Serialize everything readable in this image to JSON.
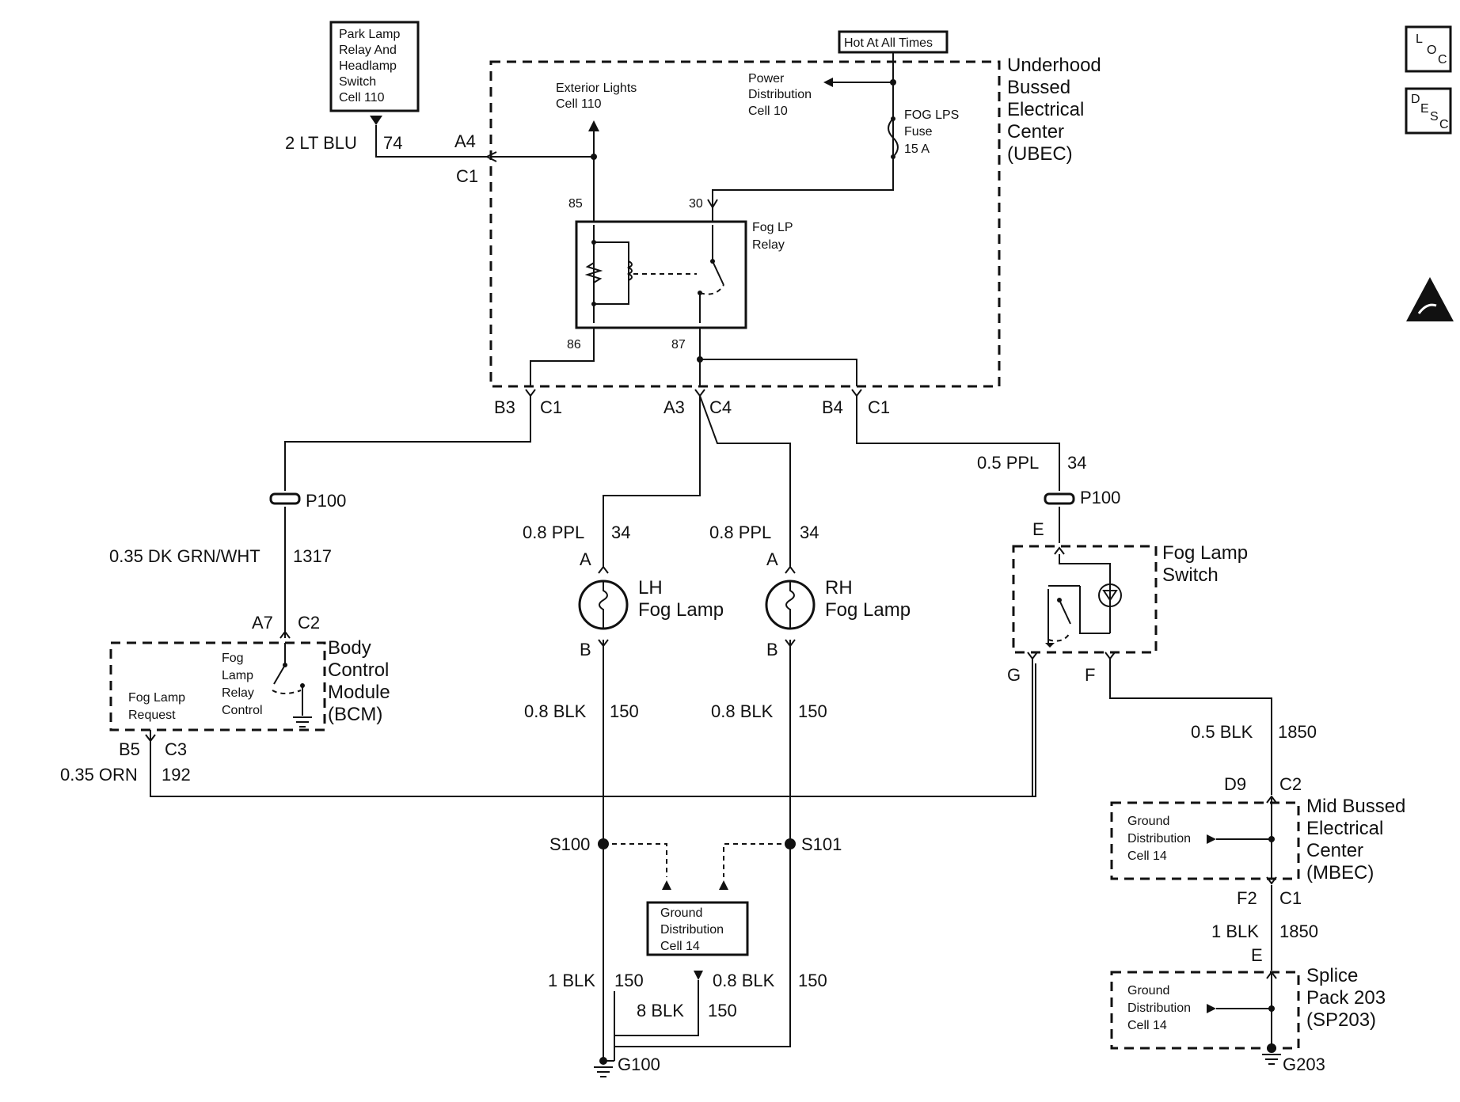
{
  "labels": {
    "park_lamp_box": [
      "Park Lamp",
      "Relay And",
      "Headlamp",
      "Switch",
      "Cell 110"
    ],
    "hot_at_all_times": "Hot At All Times",
    "ubec": [
      "Underhood",
      "Bussed",
      "Electrical",
      "Center",
      "(UBEC)"
    ],
    "exterior_lights": [
      "Exterior Lights",
      "Cell 110"
    ],
    "power_distribution": [
      "Power",
      "Distribution",
      "Cell 10"
    ],
    "fuse": [
      "FOG LPS",
      "Fuse",
      "15 A"
    ],
    "relay": [
      "Fog LP",
      "Relay"
    ],
    "pin_85": "85",
    "pin_30": "30",
    "pin_86": "86",
    "pin_87": "87",
    "wire_2ltblu": "2 LT BLU",
    "wire_74": "74",
    "a4": "A4",
    "c1_top": "C1",
    "b3": "B3",
    "c1_b3": "C1",
    "a3": "A3",
    "c4": "C4",
    "b4": "B4",
    "c1_b4": "C1",
    "p100_left": "P100",
    "p100_right": "P100",
    "wire_dkgrn": "0.35 DK GRN/WHT",
    "wire_1317": "1317",
    "a7": "A7",
    "c2_bcm": "C2",
    "bcm": [
      "Body",
      "Control",
      "Module",
      "(BCM)"
    ],
    "bcm_fog": [
      "Fog",
      "Lamp",
      "Relay",
      "Control"
    ],
    "bcm_request": [
      "Fog Lamp",
      "Request"
    ],
    "b5": "B5",
    "c3": "C3",
    "wire_orn": "0.35 ORN",
    "wire_192": "192",
    "lh_ppl": "0.8 PPL",
    "lh_34": "34",
    "lh_a": "A",
    "lh_b": "B",
    "lh_lamp": [
      "LH",
      "Fog Lamp"
    ],
    "rh_ppl": "0.8 PPL",
    "rh_34": "34",
    "rh_a": "A",
    "rh_b": "B",
    "rh_lamp": [
      "RH",
      "Fog Lamp"
    ],
    "lh_blk": "0.8 BLK",
    "lh_150": "150",
    "rh_blk": "0.8 BLK",
    "rh_150": "150",
    "sw_ppl": "0.5 PPL",
    "sw_34": "34",
    "sw_e": "E",
    "sw_g": "G",
    "sw_f": "F",
    "fog_switch": [
      "Fog Lamp",
      "Switch"
    ],
    "sw_blk": "0.5 BLK",
    "sw_1850": "1850",
    "d9": "D9",
    "c2_mbec": "C2",
    "mbec": [
      "Mid Bussed",
      "Electrical",
      "Center",
      "(MBEC)"
    ],
    "gnd_dist": [
      "Ground",
      "Distribution",
      "Cell 14"
    ],
    "f2": "F2",
    "c1_mbec": "C1",
    "mbec_blk": "1 BLK",
    "mbec_1850": "1850",
    "sp_e": "E",
    "splice": [
      "Splice",
      "Pack 203",
      "(SP203)"
    ],
    "g203": "G203",
    "s100": "S100",
    "s101": "S101",
    "center_gnd": [
      "Ground",
      "Distribution",
      "Cell 14"
    ],
    "bot_1blk": "1 BLK",
    "bot_150a": "150",
    "bot_08blk": "0.8 BLK",
    "bot_150b": "150",
    "bot_8blk": "8 BLK",
    "bot_150c": "150",
    "g100": "G100",
    "loc_l": "L",
    "loc_o": "O",
    "loc_c": "C",
    "desc_d": "D",
    "desc_e": "E",
    "desc_s": "S",
    "desc_c": "C"
  }
}
